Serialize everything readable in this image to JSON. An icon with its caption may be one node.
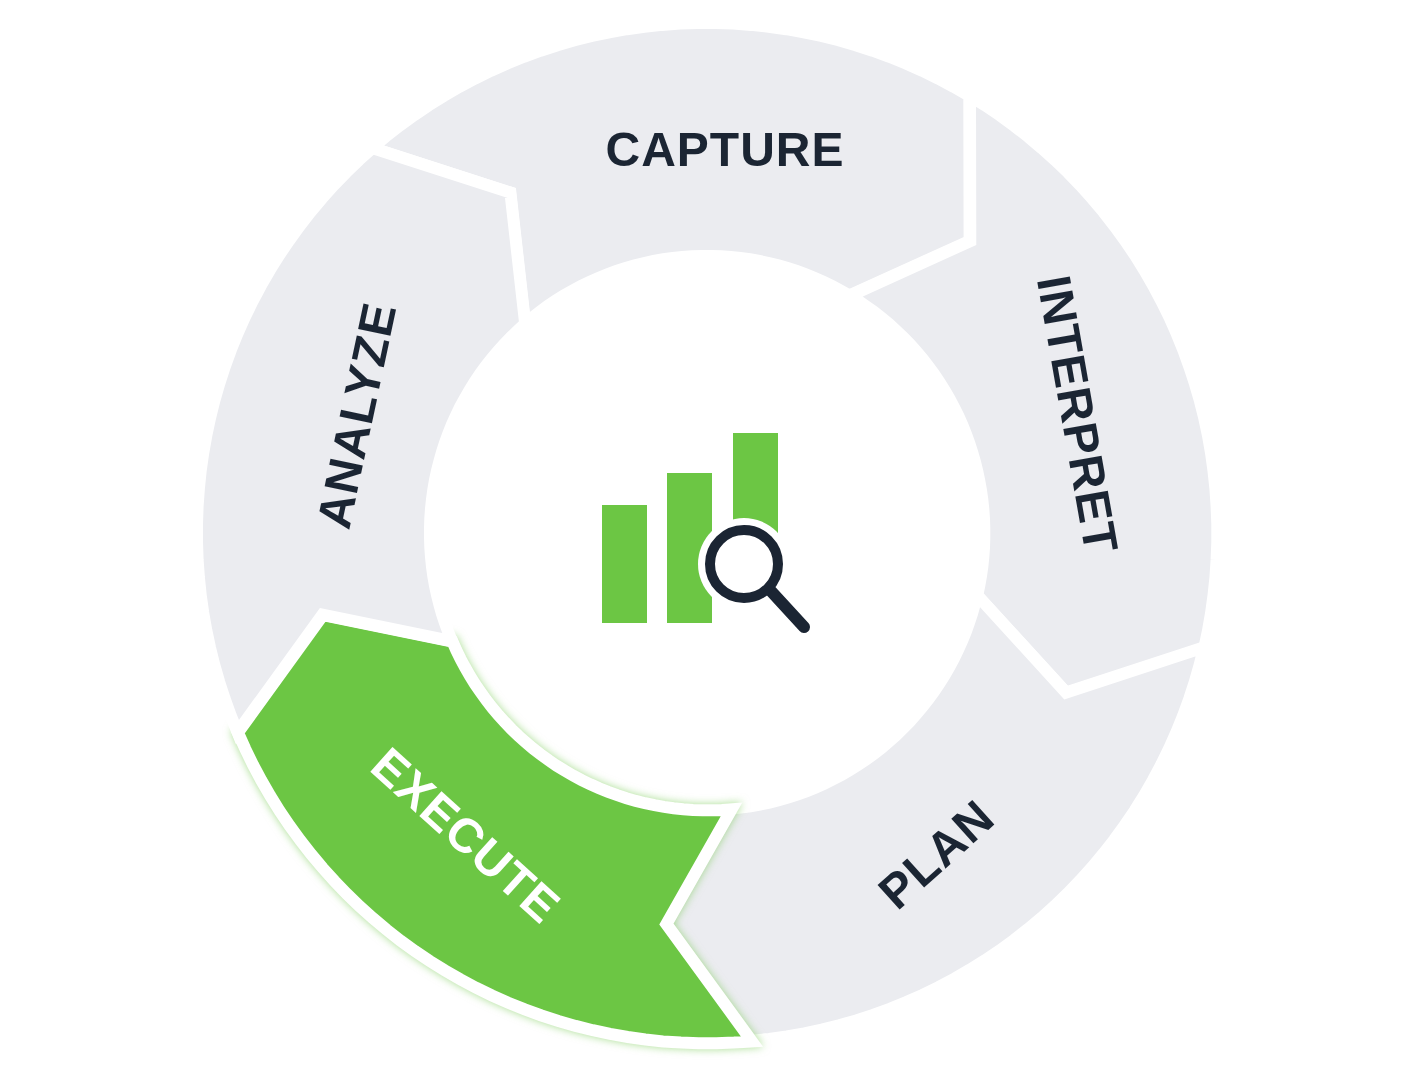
{
  "diagram": {
    "nodes": [
      {
        "text": [
          "CAPTURE"
        ]
      },
      {
        "text": [
          "INTERPRET"
        ]
      },
      {
        "text": [
          "PLAN"
        ]
      },
      {
        "text": [
          "EXECUTE"
        ]
      },
      {
        "text": [
          "ANALYZE"
        ]
      }
    ]
  }
}
